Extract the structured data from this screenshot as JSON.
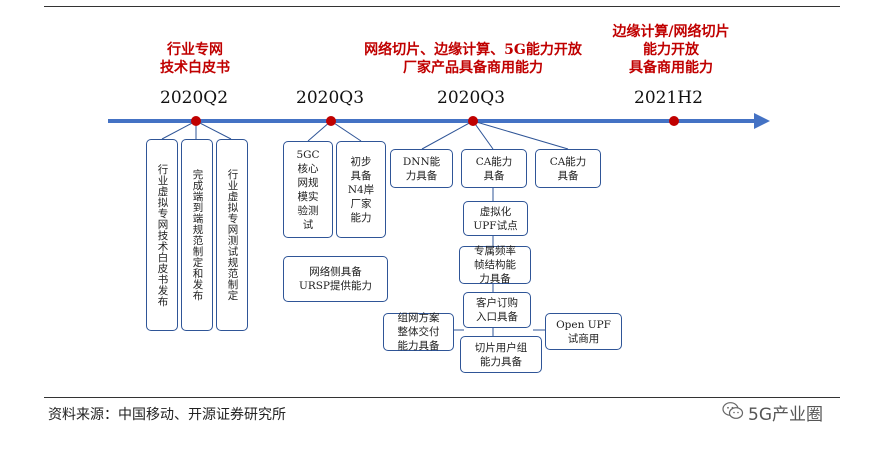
{
  "milestones": [
    {
      "period": "2020Q2",
      "headline": "行业专网\n技术白皮书"
    },
    {
      "period": "2020Q3",
      "headline": ""
    },
    {
      "period": "2020Q3",
      "headline": "网络切片、边缘计算、5G能力开放\n厂家产品具备商用能力"
    },
    {
      "period": "2021H2",
      "headline": "边缘计算/网络切片\n能力开放\n具备商用能力"
    }
  ],
  "boxes": {
    "b1": "行业虚拟专网技术白皮书发布",
    "b2": "完成端到端规范制定和发布",
    "b3": "行业虚拟专网测试规范制定",
    "b4": "5GC\n核心\n网规\n模实\n验测\n试",
    "b5": "初步\n具备\nN4岸\n厂家\n能力",
    "b6": "网络侧具备\nURSP提供能力",
    "b7": "DNN能\n力具备",
    "b8": "CA能力\n具备",
    "b9": "CA能力\n具备",
    "b10": "虚拟化\nUPF试点",
    "b11": "专属频率\n帧结构能\n力具备",
    "b12": "客户订购\n入口具备",
    "b13": "组网方案\n整体交付\n能力具备",
    "b14": "切片用户组\n能力具备",
    "b15": "Open UPF\n试商用"
  },
  "source": "资料来源：中国移动、开源证券研究所",
  "brand": "5G产业圈",
  "colors": {
    "accent_red": "#c00000",
    "arrow_blue": "#4472c4",
    "box_border": "#2f5597"
  }
}
